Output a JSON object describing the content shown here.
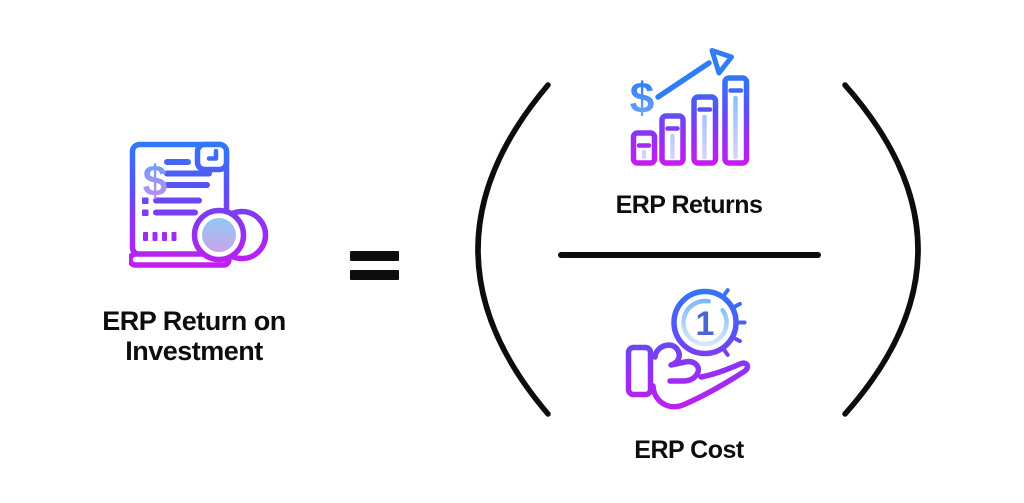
{
  "page": {
    "background": "#ffffff"
  },
  "formula": {
    "result_label_line1": "ERP Return on",
    "result_label_line2": "Investment",
    "operator": "=",
    "numerator_label": "ERP Returns",
    "denominator_label": "ERP Cost"
  },
  "icon_glyphs": {
    "invoice_dollar": "$",
    "chart_dollar": "$",
    "coin_numeral": "1"
  },
  "colors": {
    "ink": "#0d0d0d",
    "blue": "#2e7bf7",
    "indigo": "#5753f3",
    "purple": "#9330f2",
    "magenta": "#c61cf0",
    "light_blue": "#7fbef7",
    "light_fade": "#d9d2f8",
    "pale_blue": "#92c7f5",
    "pale_purple": "#c9a4e9",
    "numeral_blue": "#4b65d5",
    "dollar_blue": "#5aa4f8",
    "dollar_purple": "#c08df1",
    "coin_inner_blue": "#6fb0f5",
    "coin_inner_fade": "#e9f1fd",
    "chart_dollar_blue": "#2f7cf7",
    "chart_dollar_light": "#6fa6f8"
  }
}
